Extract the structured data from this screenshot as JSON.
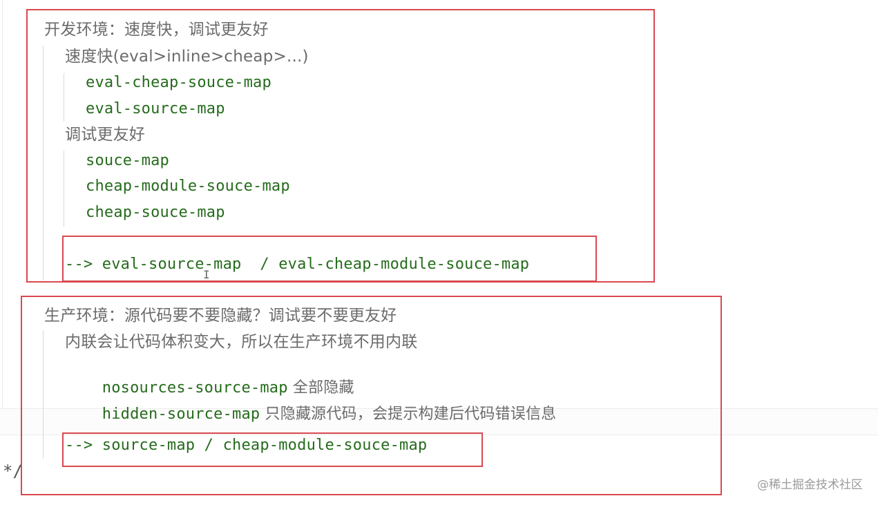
{
  "dev": {
    "header": "开发环境：速度快，调试更友好",
    "speed_title": "速度快(eval>inline>cheap>...)",
    "speed_items": [
      "eval-cheap-souce-map",
      "eval-source-map"
    ],
    "debug_title": "调试更友好",
    "debug_items": [
      "souce-map",
      "cheap-module-souce-map",
      "cheap-souce-map"
    ],
    "result": "--> eval-source-map  / eval-cheap-module-souce-map"
  },
  "prod": {
    "header": "生产环境：源代码要不要隐藏？调试要不要更友好",
    "inline_note": "内联会让代码体积变大，所以在生产环境不用内联",
    "items": [
      {
        "code": "nosources-source-map",
        "desc": " 全部隐藏"
      },
      {
        "code": "hidden-source-map",
        "desc": " 只隐藏源代码，会提示构建后代码错误信息"
      }
    ],
    "result": "--> source-map / cheap-module-souce-map"
  },
  "end_comment": "*/",
  "cursor_glyph": "I",
  "watermark": "@稀土掘金技术社区",
  "colors": {
    "highlight_box": "#d9484e",
    "code_text": "#256b1c",
    "comment_text": "#6b6b6b"
  }
}
